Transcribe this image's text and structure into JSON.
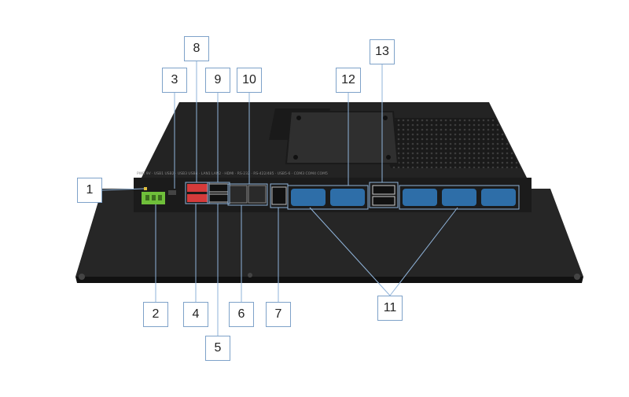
{
  "colors": {
    "callout_border": "#7ea2c9",
    "leader_line": "#8fb3d9",
    "device_body": "#1f1f1f",
    "device_panel": "#2b2b2b",
    "port_blue": "#2e6ea8",
    "usb_red": "#d53b3b",
    "terminal_green": "#6fbf3a"
  },
  "device": {
    "bottom_label_text": "PWR 9V  ·  USB1  USB2  ·  USB3 USB4  ·  LAN1 LAN2  ·  HDMI  ·  RS-232  ·  RS-422/485  ·  USB5-6  ·  COM3  COM4  COM5"
  },
  "callouts": [
    {
      "id": "c1",
      "label": "1"
    },
    {
      "id": "c2",
      "label": "2"
    },
    {
      "id": "c3",
      "label": "3"
    },
    {
      "id": "c4",
      "label": "4"
    },
    {
      "id": "c5",
      "label": "5"
    },
    {
      "id": "c6",
      "label": "6"
    },
    {
      "id": "c7",
      "label": "7"
    },
    {
      "id": "c8",
      "label": "8"
    },
    {
      "id": "c9",
      "label": "9"
    },
    {
      "id": "c10",
      "label": "10"
    },
    {
      "id": "c11",
      "label": "11"
    },
    {
      "id": "c12",
      "label": "12"
    },
    {
      "id": "c13",
      "label": "13"
    }
  ]
}
